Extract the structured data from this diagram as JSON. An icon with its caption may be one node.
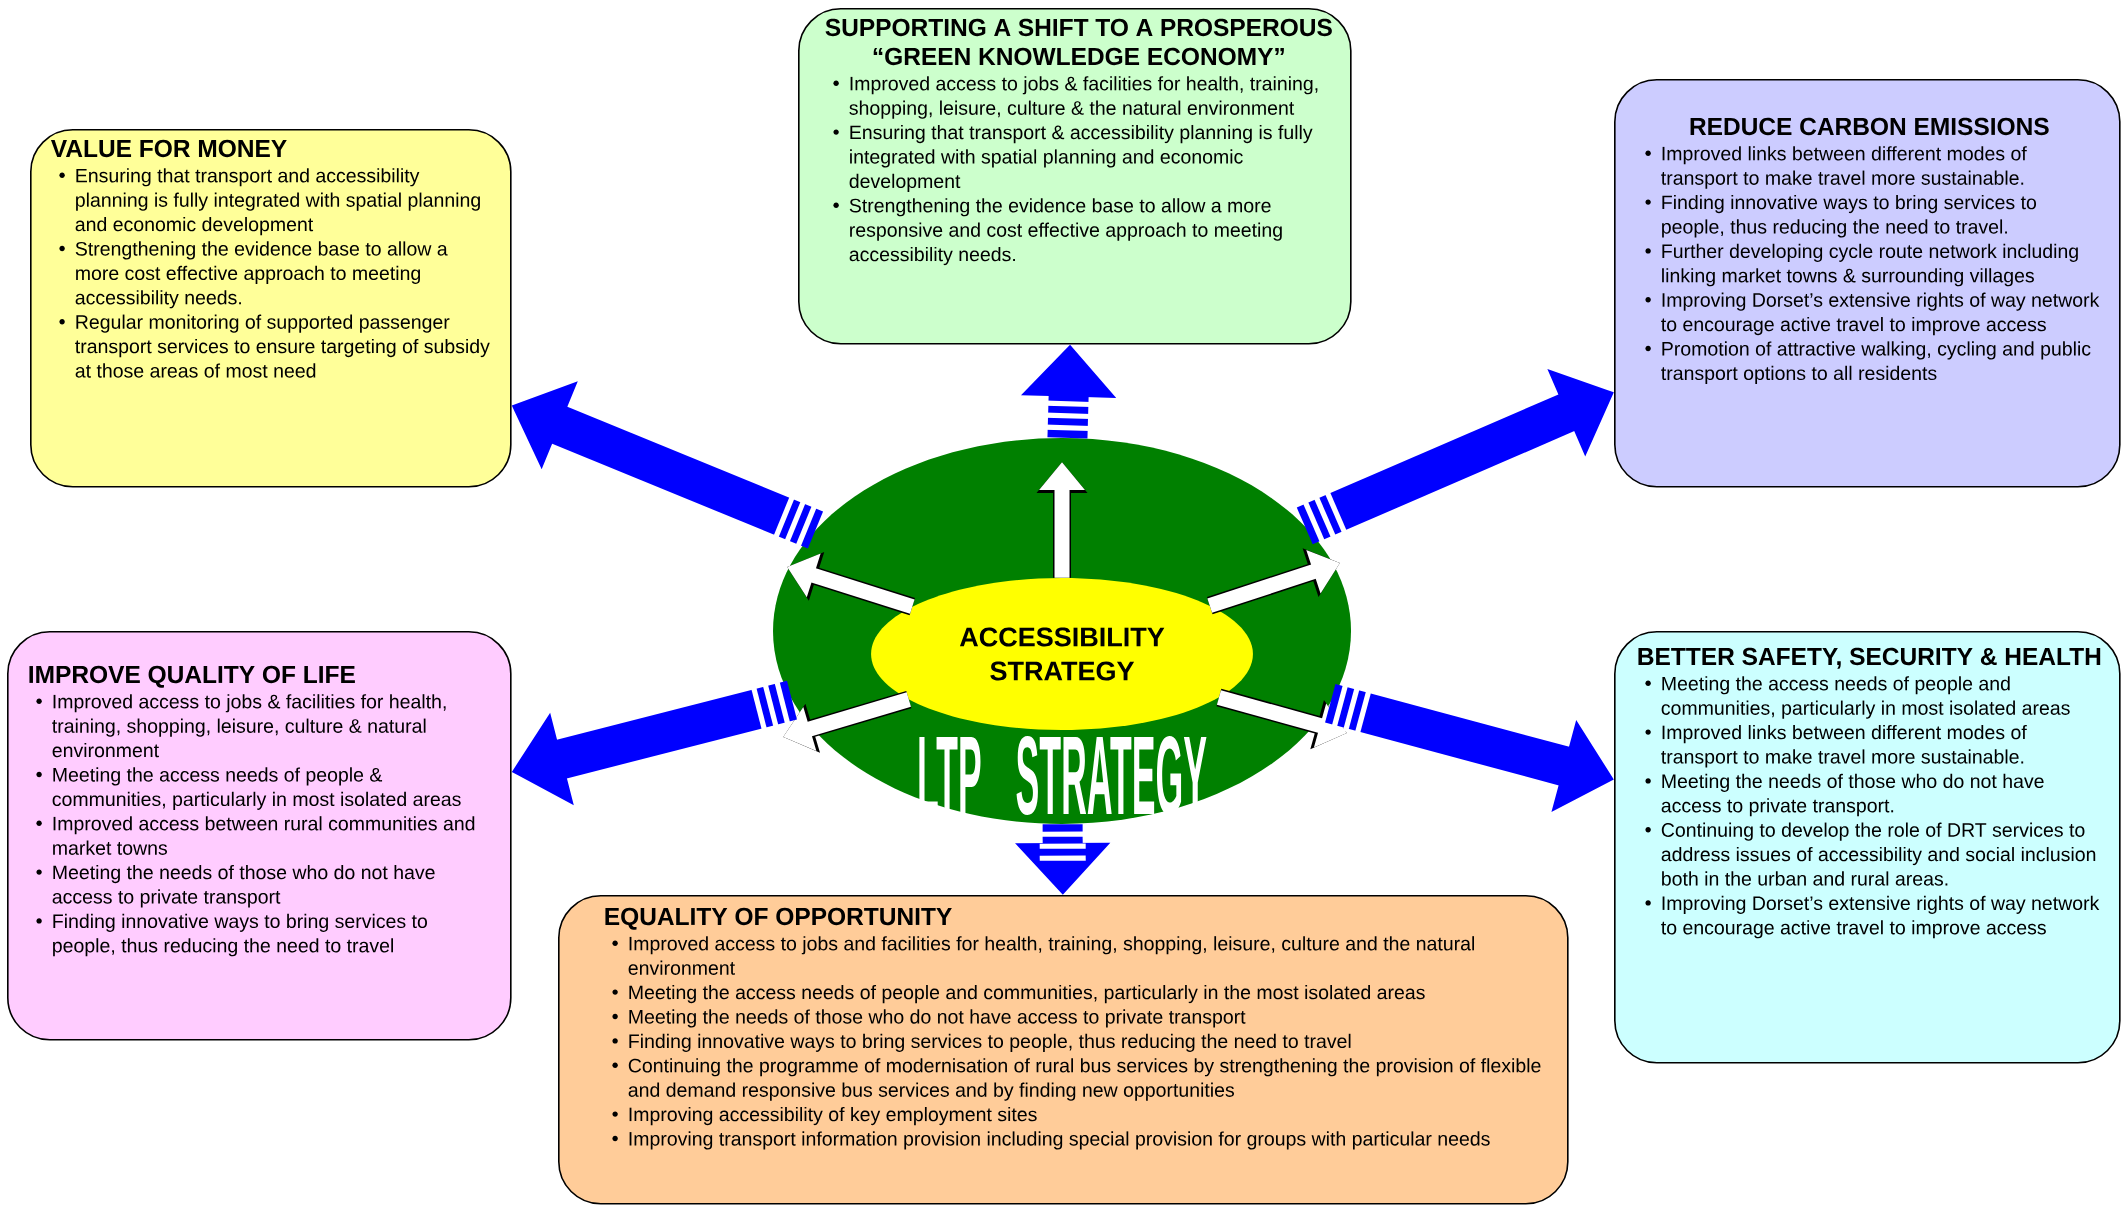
{
  "diagram": {
    "nodes": [
      {
        "text": [
          "LTP STRATEGY"
        ]
      },
      {
        "text": [
          "ACCESSIBILITY STRATEGY"
        ],
        "in": 0
      },
      {
        "text": [
          "SUPPORTING A SHIFT TO A PROSPEROUS “GREEN KNOWLEDGE ECONOMY”",
          "Improved access to jobs & facilities for health, training, shopping, leisure, culture & the natural environment",
          "Ensuring that transport & accessibility planning is fully integrated with spatial planning and economic development",
          "Strengthening the evidence base to allow a more responsive and cost effective approach to meeting accessibility needs."
        ]
      },
      {
        "text": [
          "VALUE FOR MONEY",
          "Ensuring that transport and accessibility planning is fully integrated with spatial planning and economic development",
          "Strengthening the evidence base to allow a more cost effective approach to meeting accessibility needs.",
          "Regular monitoring of supported passenger transport services to ensure targeting of subsidy at those areas of most need"
        ]
      },
      {
        "text": [
          "REDUCE CARBON EMISSIONS",
          "Improved links between different modes of transport to make travel more sustainable.",
          "Finding innovative ways to bring services to people, thus reducing the need to travel.",
          "Further developing cycle route network including linking market towns & surrounding villages",
          "Improving Dorset’s extensive rights of way network to encourage active travel to improve access",
          "Promotion of attractive walking, cycling and public transport options to all residents"
        ]
      },
      {
        "text": [
          "IMPROVE QUALITY OF LIFE",
          "Improved access to jobs & facilities for health, training, shopping, leisure, culture & natural environment",
          "Meeting the access needs of people & communities, particularly in most isolated areas",
          "Improved access between rural communities and market towns",
          "Meeting the needs of those who do not have access to private transport",
          "Finding innovative ways to bring services to people, thus reducing the need to travel"
        ]
      },
      {
        "text": [
          "BETTER SAFETY, SECURITY & HEALTH",
          "Meeting the access needs of people and communities, particularly in most isolated areas",
          "Improved links between different modes of transport to make travel more sustainable.",
          "Meeting the needs of those who do not have access to private transport.",
          "Continuing to develop the role of DRT services to address issues of accessibility and social inclusion both in the urban and rural areas.",
          "Improving Dorset’s extensive rights of way network to encourage active travel to improve access"
        ]
      },
      {
        "text": [
          "EQUALITY OF OPPORTUNITY",
          "Improved access to jobs and facilities for health, training, shopping, leisure, culture and the natural environment",
          "Meeting the access needs of people and communities, particularly in the most isolated areas",
          "Meeting the needs of those who do not have access to private transport",
          "Finding innovative ways to bring services to people, thus reducing the need to travel",
          "Continuing the programme of modernisation of rural bus services by strengthening the provision of flexible and demand responsive bus services and by finding new opportunities",
          "Improving accessibility of key employment sites",
          "Improving transport information provision including special provision for groups with particular needs"
        ]
      }
    ],
    "edges": [
      {
        "from": 1,
        "to": null,
        "arrow": "to",
        "color": "#ffffff"
      },
      {
        "from": 1,
        "to": null,
        "arrow": "to",
        "color": "#ffffff"
      },
      {
        "from": 1,
        "to": null,
        "arrow": "to",
        "color": "#ffffff"
      },
      {
        "from": 1,
        "to": null,
        "arrow": "to",
        "color": "#ffffff"
      },
      {
        "from": 1,
        "to": null,
        "arrow": "to",
        "color": "#ffffff"
      },
      {
        "from": 0,
        "to": 2,
        "arrow": "to"
      },
      {
        "from": 0,
        "to": 3,
        "arrow": "to"
      },
      {
        "from": 0,
        "to": 4,
        "arrow": "to"
      },
      {
        "from": 0,
        "to": 5,
        "arrow": "to"
      },
      {
        "from": 0,
        "to": 6,
        "arrow": "to"
      },
      {
        "from": 0,
        "to": 7,
        "arrow": "to"
      }
    ]
  }
}
